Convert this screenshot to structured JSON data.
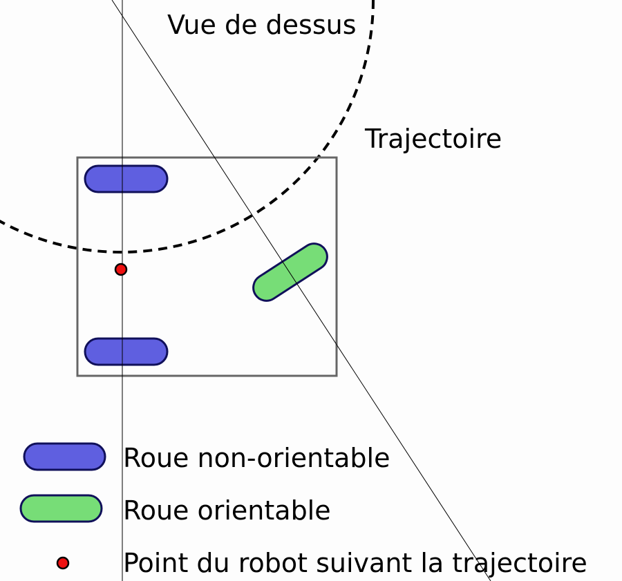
{
  "labels": {
    "view": "Vue de dessus",
    "trajectory": "Trajectoire"
  },
  "legend": {
    "fixed_wheel": "Roue non-orientable",
    "steerable_wheel": "Roue orientable",
    "tracking_point": "Point du robot suivant la trajectoire"
  },
  "colors": {
    "fixed_wheel_fill": "#5f5fe0",
    "steerable_wheel_fill": "#77dd77",
    "wheel_outline": "#10105a",
    "tracking_point_fill": "#ee1111",
    "chassis_stroke": "#666666"
  }
}
